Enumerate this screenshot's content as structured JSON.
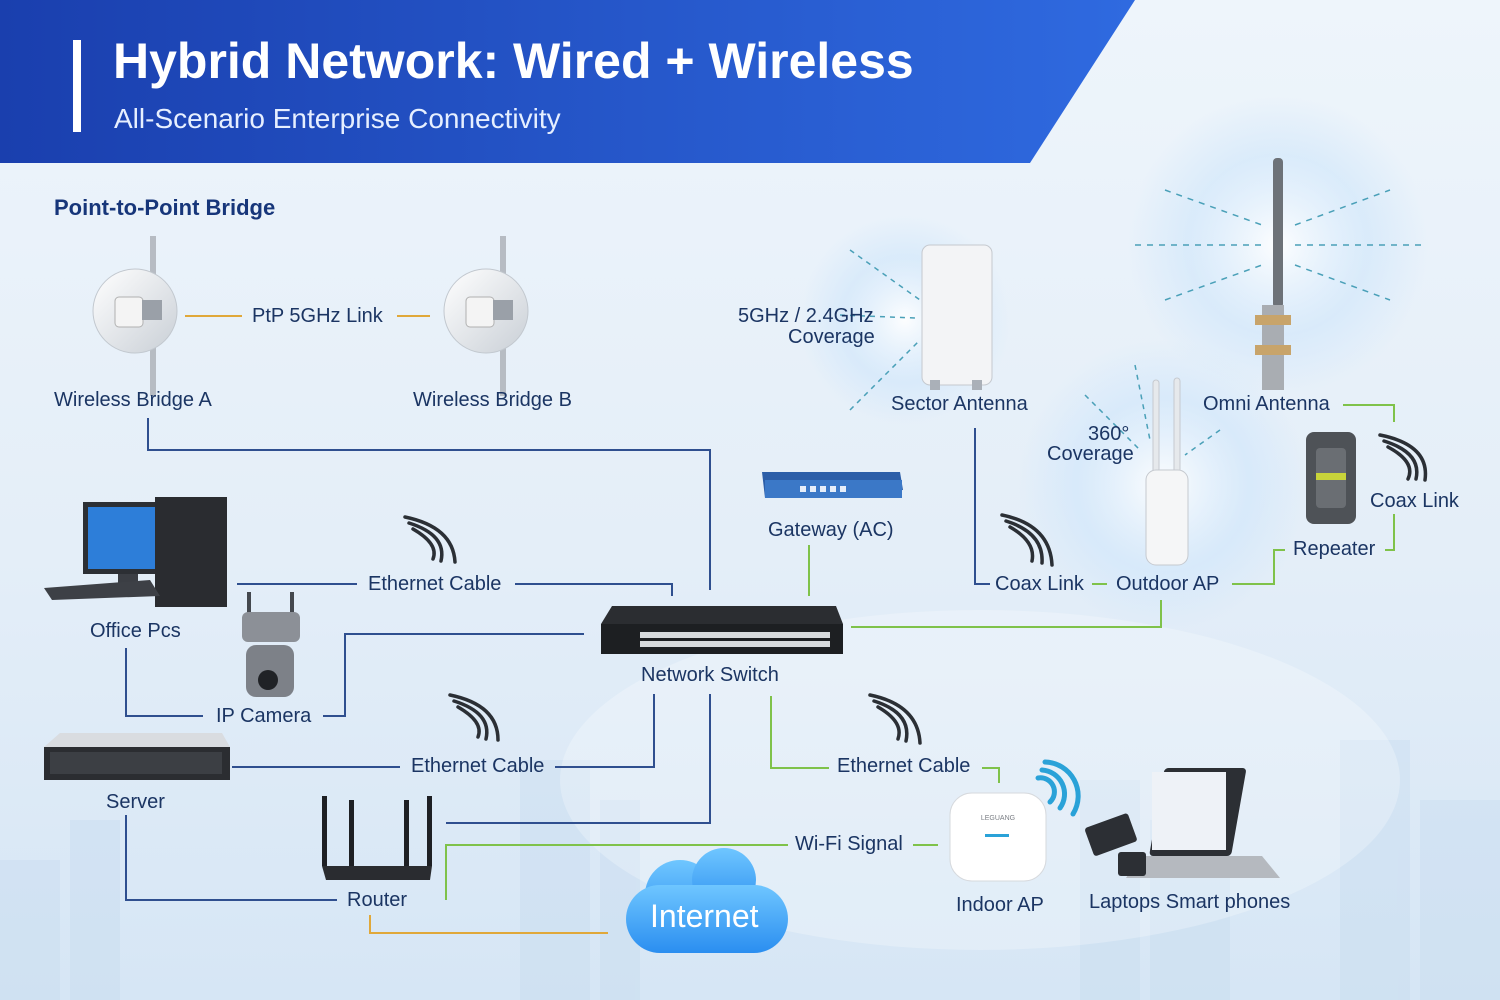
{
  "header": {
    "title": "Hybrid Network: Wired + Wireless",
    "subtitle": "All-Scenario Enterprise Connectivity"
  },
  "section": {
    "ptp_title": "Point-to-Point Bridge"
  },
  "labels": {
    "bridge_a": "Wireless Bridge A",
    "bridge_b": "Wireless Bridge B",
    "ptp_link": "PtP 5GHz Link",
    "sector_coverage_1": "5GHz / 2.4GHz",
    "sector_coverage_2": "Coverage",
    "sector_antenna": "Sector Antenna",
    "omni_antenna": "Omni Antenna",
    "coverage_360_1": "360°",
    "coverage_360_2": "Coverage",
    "coax_link_right": "Coax Link",
    "repeater": "Repeater",
    "coax_link_mid": "Coax Link",
    "outdoor_ap": "Outdoor AP",
    "gateway": "Gateway (AC)",
    "office_pcs": "Office Pcs",
    "ethernet_cable_top": "Ethernet Cable",
    "ip_camera": "IP Camera",
    "network_switch": "Network Switch",
    "server": "Server",
    "ethernet_cable_mid": "Ethernet Cable",
    "ethernet_cable_right": "Ethernet Cable",
    "router": "Router",
    "wifi_signal": "Wi-Fi Signal",
    "indoor_ap": "Indoor AP",
    "laptops": "Laptops Smart phones",
    "internet": "Internet"
  },
  "device_text": {
    "indoor_ap_brand": "LEGUANG"
  },
  "colors": {
    "header_blue": "#1f4fc4",
    "wired_line": "#2f4f8f",
    "wireless_line": "#7fc24a",
    "ptp_line": "#e0a83a",
    "label_text": "#1b3563"
  }
}
